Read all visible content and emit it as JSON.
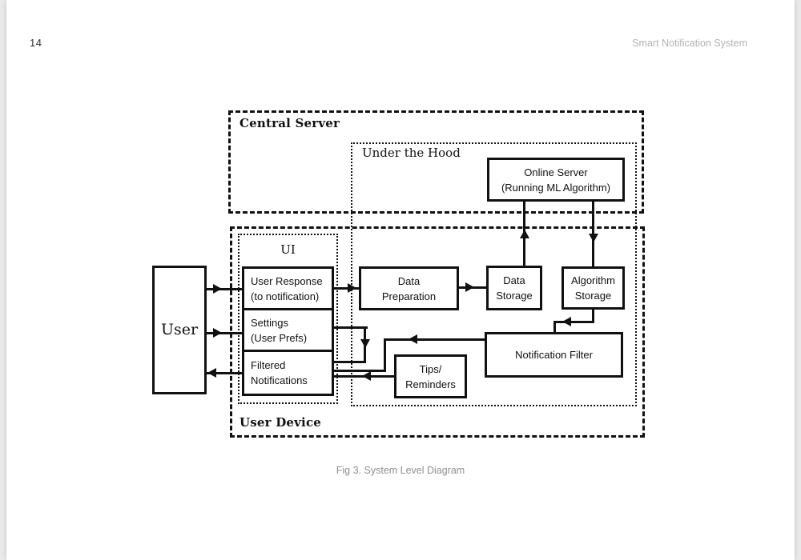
{
  "page": {
    "page_number": "14",
    "header_title": "Smart Notification System",
    "figure_caption": "Fig 3. System Level Diagram"
  },
  "diagram": {
    "containers": {
      "central_server": "Central Server",
      "under_the_hood": "Under the Hood",
      "user_device": "User Device",
      "ui": "UI"
    },
    "nodes": {
      "user": "User",
      "online_server": [
        "Online Server",
        "(Running ML Algorithm)"
      ],
      "user_response": [
        "User Response",
        "(to notification)"
      ],
      "settings": [
        "Settings",
        "(User Prefs)"
      ],
      "filtered_notifications": [
        "Filtered",
        "Notifications"
      ],
      "data_preparation": [
        "Data",
        "Preparation"
      ],
      "data_storage": [
        "Data",
        "Storage"
      ],
      "algorithm_storage": [
        "Algorithm",
        "Storage"
      ],
      "notification_filter": "Notification Filter",
      "tips_reminders": [
        "Tips/",
        "Reminders"
      ]
    },
    "edges": [
      {
        "from": "user",
        "to": "user_response"
      },
      {
        "from": "user",
        "to": "settings"
      },
      {
        "from": "filtered_notifications",
        "to": "user"
      },
      {
        "from": "user_response",
        "to": "data_preparation"
      },
      {
        "from": "data_preparation",
        "to": "data_storage"
      },
      {
        "from": "data_storage",
        "to": "online_server"
      },
      {
        "from": "online_server",
        "to": "algorithm_storage"
      },
      {
        "from": "algorithm_storage",
        "to": "notification_filter"
      },
      {
        "from": "notification_filter",
        "to": "filtered_notifications"
      },
      {
        "from": "settings",
        "to": "filtered_notifications"
      },
      {
        "from": "tips_reminders",
        "to": "filtered_notifications"
      }
    ],
    "colors": {
      "line": "#111111",
      "header_text": "#b2b2b2",
      "caption_text": "#8f8f8f"
    }
  }
}
